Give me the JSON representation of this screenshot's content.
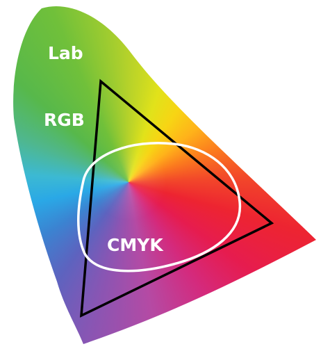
{
  "gamuts": {
    "lab": {
      "label": "Lab"
    },
    "rgb": {
      "label": "RGB",
      "outline_color": "#000000"
    },
    "cmyk": {
      "label": "CMYK",
      "outline_color": "#ffffff"
    }
  },
  "colors": {
    "label_text": "#ffffff"
  }
}
